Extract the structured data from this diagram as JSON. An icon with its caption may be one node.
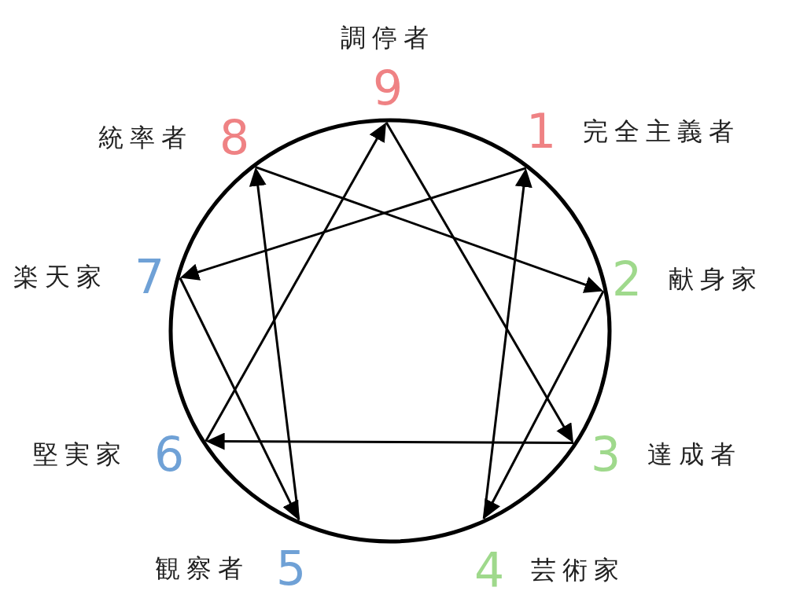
{
  "diagram": {
    "nodes": [
      {
        "text": [
          "9"
        ],
        "beside": [
          "調停者"
        ]
      },
      {
        "text": [
          "8"
        ],
        "beside": [
          "統率者"
        ]
      },
      {
        "text": [
          "1"
        ],
        "beside": [
          "完全主義者"
        ]
      },
      {
        "text": [
          "7"
        ],
        "beside": [
          "楽天家"
        ]
      },
      {
        "text": [
          "2"
        ],
        "beside": [
          "献身家"
        ]
      },
      {
        "text": [
          "6"
        ],
        "beside": [
          "堅実家"
        ]
      },
      {
        "text": [
          "3"
        ],
        "beside": [
          "達成者"
        ]
      },
      {
        "text": [
          "5"
        ],
        "beside": [
          "観察者"
        ]
      },
      {
        "text": [
          "4"
        ],
        "beside": [
          "芸術家"
        ]
      }
    ],
    "edges": [
      {
        "from": 2,
        "to": 3,
        "arrow": "to"
      },
      {
        "from": 3,
        "to": 7,
        "arrow": "to"
      },
      {
        "from": 7,
        "to": 1,
        "arrow": "to"
      },
      {
        "from": 1,
        "to": 4,
        "arrow": "to"
      },
      {
        "from": 4,
        "to": 8,
        "arrow": "to"
      },
      {
        "from": 8,
        "to": 2,
        "arrow": "to"
      },
      {
        "from": 0,
        "to": 6,
        "arrow": "to"
      },
      {
        "from": 6,
        "to": 5,
        "arrow": "to"
      },
      {
        "from": 5,
        "to": 0,
        "arrow": "to"
      }
    ]
  }
}
